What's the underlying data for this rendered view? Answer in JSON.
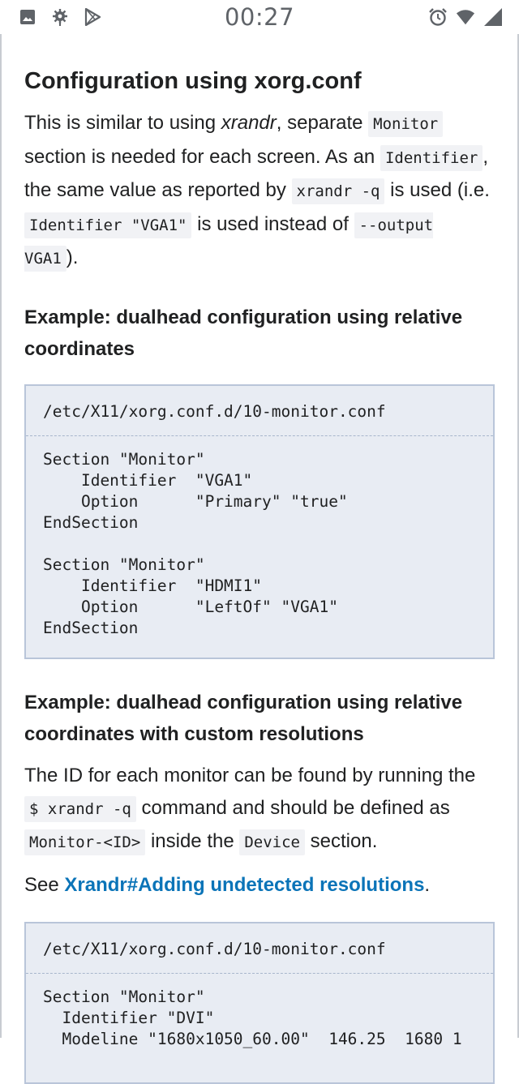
{
  "status_bar": {
    "time": "00:27",
    "left_icons": [
      "image-icon",
      "settings-cog-icon",
      "play-store-icon"
    ],
    "right_icons": [
      "alarm-icon",
      "wifi-icon",
      "signal-icon"
    ]
  },
  "article": {
    "heading": "Configuration using xorg.conf",
    "intro": {
      "t1": "This is similar to using ",
      "xrandr_em": "xrandr",
      "t2": ", separate ",
      "code_monitor": "Monitor",
      "t3": " section is needed for each screen. As an ",
      "code_identifier": "Identifier",
      "t4": ", the same value as reported by ",
      "code_xrandr_q": "xrandr -q",
      "t5": " is used (i.e. ",
      "code_identifier_vga1": "Identifier \"VGA1\"",
      "t6": " is used instead of ",
      "code_output_vga1": "--output VGA1",
      "t7": ")."
    },
    "example1": {
      "title": "Example: dualhead configuration using relative coordinates",
      "filename": "/etc/X11/xorg.conf.d/10-monitor.conf",
      "code": "Section \"Monitor\"\n    Identifier  \"VGA1\"\n    Option      \"Primary\" \"true\"\nEndSection\n\nSection \"Monitor\"\n    Identifier  \"HDMI1\"\n    Option      \"LeftOf\" \"VGA1\"\nEndSection"
    },
    "example2": {
      "title": "Example: dualhead configuration using relative coordinates with custom resolutions",
      "p1": "The ID for each monitor can be found by running the ",
      "code_xrandr_q": "$ xrandr -q",
      "p2": " command and should be defined as ",
      "code_monitor_id": "Monitor-<ID>",
      "p3": " inside the ",
      "code_device": "Device",
      "p4": " section.",
      "see_prefix": "See ",
      "see_link": "Xrandr#Adding undetected resolutions",
      "see_suffix": ".",
      "filename": "/etc/X11/xorg.conf.d/10-monitor.conf",
      "code": "Section \"Monitor\"\n  Identifier \"DVI\"\n  Modeline \"1680x1050_60.00\"  146.25  1680 1"
    },
    "link_color": "#0b74b8"
  }
}
